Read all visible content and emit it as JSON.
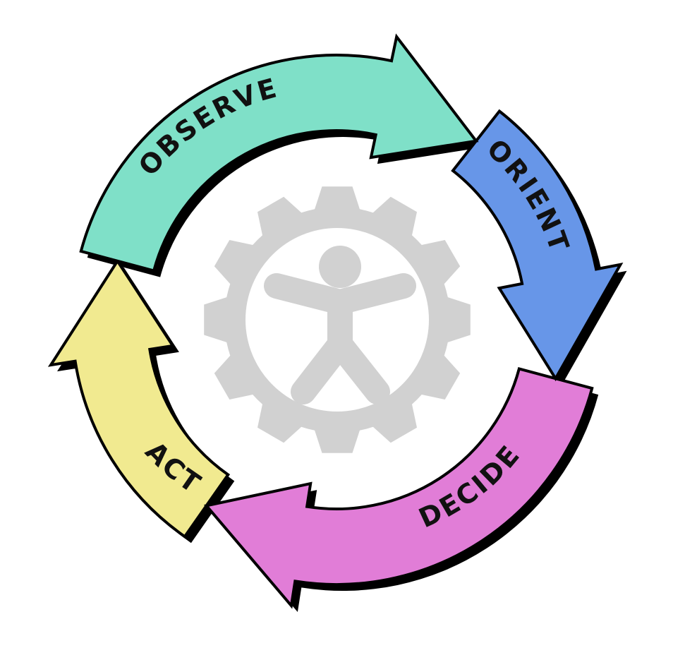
{
  "diagram": {
    "segments": [
      {
        "id": "observe",
        "label": "OBSERVE",
        "color": "#7fe0c8"
      },
      {
        "id": "orient",
        "label": "ORIENT",
        "color": "#6796e8"
      },
      {
        "id": "decide",
        "label": "DECIDE",
        "color": "#e17dd7"
      },
      {
        "id": "act",
        "label": "ACT",
        "color": "#f1ea90"
      }
    ],
    "outline_color": "#000000",
    "center_icon": "accessibility-gear-icon",
    "center_icon_color": "#d1d1d1"
  }
}
